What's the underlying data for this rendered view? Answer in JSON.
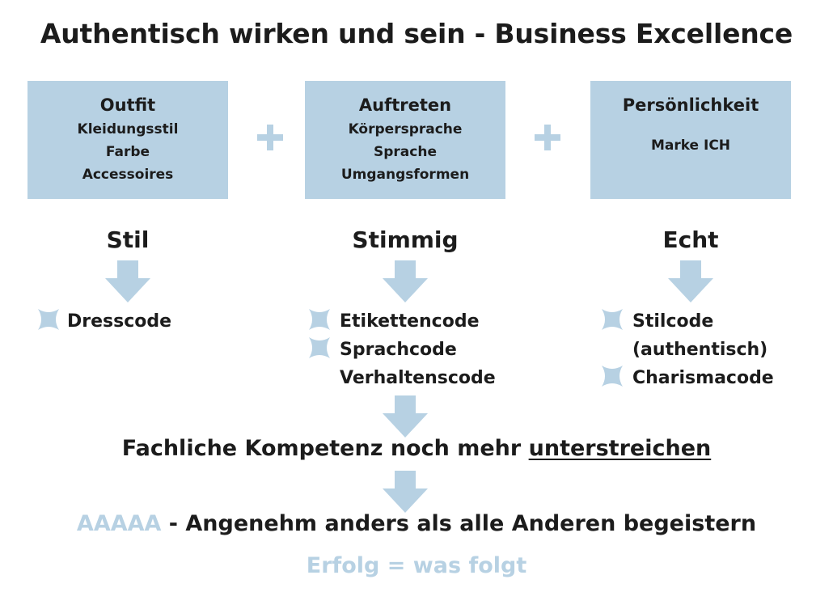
{
  "title": "Authentisch wirken und sein - Business Excellence",
  "columns": [
    {
      "box_title": "Outfit",
      "box_lines": [
        "Kleidungsstil",
        "Farbe",
        "Accessoires"
      ],
      "heading": "Stil",
      "codes": [
        "Dresscode"
      ]
    },
    {
      "box_title": "Auftreten",
      "box_lines": [
        "Körpersprache",
        "Sprache",
        "Umgangsformen"
      ],
      "heading": "Stimmig",
      "codes": [
        "Etikettencode",
        "Sprachcode",
        "Verhaltenscode"
      ]
    },
    {
      "box_title": "Persönlichkeit",
      "box_lines": [
        "Marke ICH"
      ],
      "heading": "Echt",
      "codes": [
        "Stilcode",
        "(authentisch)",
        "Charismacode"
      ]
    }
  ],
  "competence": {
    "prefix": "Fachliche Kompetenz noch mehr ",
    "underlined": "unterstreichen"
  },
  "aaaaa": {
    "accent": "AAAAA",
    "rest": " - Angenehm anders als alle Anderen begeistern"
  },
  "success": "Erfolg = was folgt",
  "colors": {
    "box": "#b7d1e3",
    "accent": "#b7d1e3",
    "text": "#1c1c1c"
  }
}
